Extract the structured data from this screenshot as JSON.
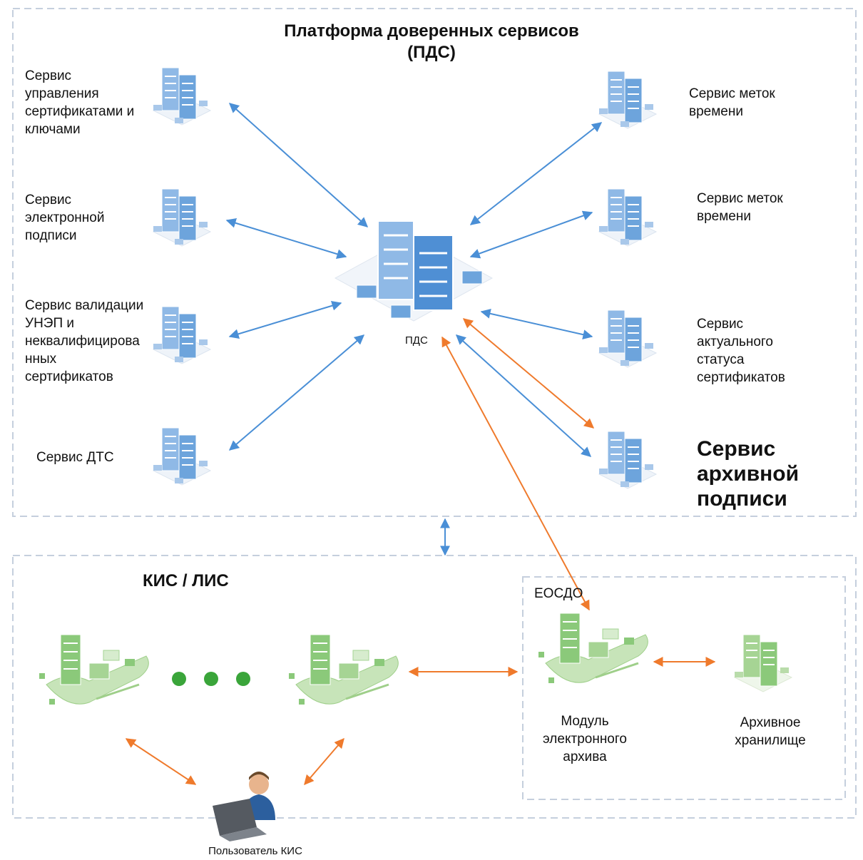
{
  "platform": {
    "title": "Платформа доверенных сервисов\n(ПДС)",
    "center_label": "ПДС"
  },
  "services_left": [
    "Сервис\nуправления\nсертификатами и\nключами",
    "Сервис\nэлектронной\nподписи",
    "Сервис валидации\nУНЭП и\nнеквалифицирова\nнных\nсертификатов",
    "Сервис ДТС"
  ],
  "services_right": [
    "Сервис меток\nвремени",
    "Сервис меток\nвремени",
    "Сервис\nактуального\nстатуса\nсертификатов",
    "Сервис\nархивной\nподписи"
  ],
  "kis": {
    "title": "КИС / ЛИС",
    "eosdo_label": "ЕОСДО",
    "archive_module": "Модуль\nэлектронного\nархива",
    "archive_storage": "Архивное\nхранилище",
    "user_label": "Пользователь КИС"
  },
  "colors": {
    "blue_arrow": "#4a8fd6",
    "orange_arrow": "#ef7a2c",
    "green_dot": "#3aa53a",
    "dashed_border": "#c5cfdd",
    "server_blue": "#6da4dc",
    "server_green": "#8bc97a"
  },
  "icons": [
    "server-cluster-icon",
    "document-server-icon",
    "user-laptop-icon"
  ]
}
